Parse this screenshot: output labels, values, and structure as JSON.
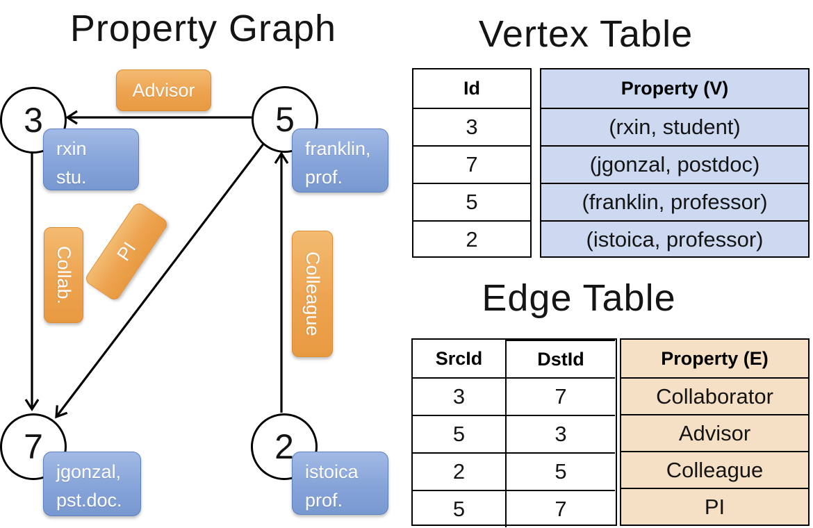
{
  "graph": {
    "title": "Property Graph",
    "nodes": [
      {
        "id": "3",
        "label_lines": [
          "rxin",
          "stu."
        ]
      },
      {
        "id": "5",
        "label_lines": [
          "franklin,",
          "prof."
        ]
      },
      {
        "id": "7",
        "label_lines": [
          "jgonzal,",
          "pst.doc."
        ]
      },
      {
        "id": "2",
        "label_lines": [
          "istoica",
          "prof."
        ]
      }
    ],
    "edge_labels": {
      "advisor": "Advisor",
      "collab": "Collab.",
      "pi": "PI",
      "colleague": "Colleague"
    }
  },
  "vertex_table": {
    "title": "Vertex Table",
    "columns": [
      "Id",
      "Property (V)"
    ],
    "rows": [
      [
        "3",
        "(rxin, student)"
      ],
      [
        "7",
        "(jgonzal, postdoc)"
      ],
      [
        "5",
        "(franklin, professor)"
      ],
      [
        "2",
        "(istoica, professor)"
      ]
    ]
  },
  "edge_table": {
    "title": "Edge Table",
    "columns": [
      "SrcId",
      "DstId",
      "Property (E)"
    ],
    "rows": [
      [
        "3",
        "7",
        "Collaborator"
      ],
      [
        "5",
        "3",
        "Advisor"
      ],
      [
        "2",
        "5",
        "Colleague"
      ],
      [
        "5",
        "7",
        "PI"
      ]
    ]
  },
  "colors": {
    "edge_label_orange": "#eda350",
    "vertex_label_blue": "#86a4d9",
    "vertex_table_fill": "#cdd9f0",
    "edge_table_fill": "#f6e0c5",
    "line_black": "#000000"
  }
}
